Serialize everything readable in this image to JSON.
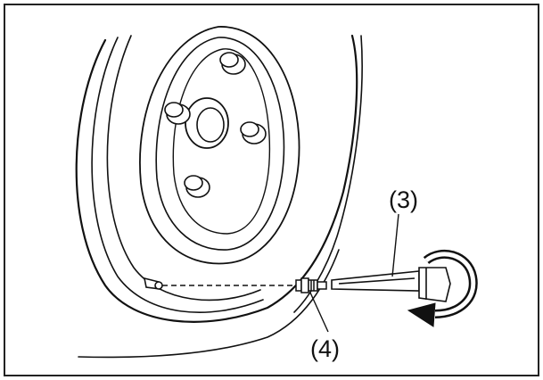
{
  "diagram": {
    "callouts": [
      {
        "id": "tool",
        "label": "(3)"
      },
      {
        "id": "valve-core",
        "label": "(4)"
      }
    ],
    "icons": {
      "wheel": "wheel-icon",
      "lug_nut": "lug-nut-icon",
      "valve_core": "valve-core-icon",
      "valve_tool": "valve-core-tool-icon",
      "rotation_arrow": "rotation-arrow-icon"
    },
    "colors": {
      "line": "#111111",
      "background": "#ffffff",
      "frame": "#222222"
    }
  }
}
